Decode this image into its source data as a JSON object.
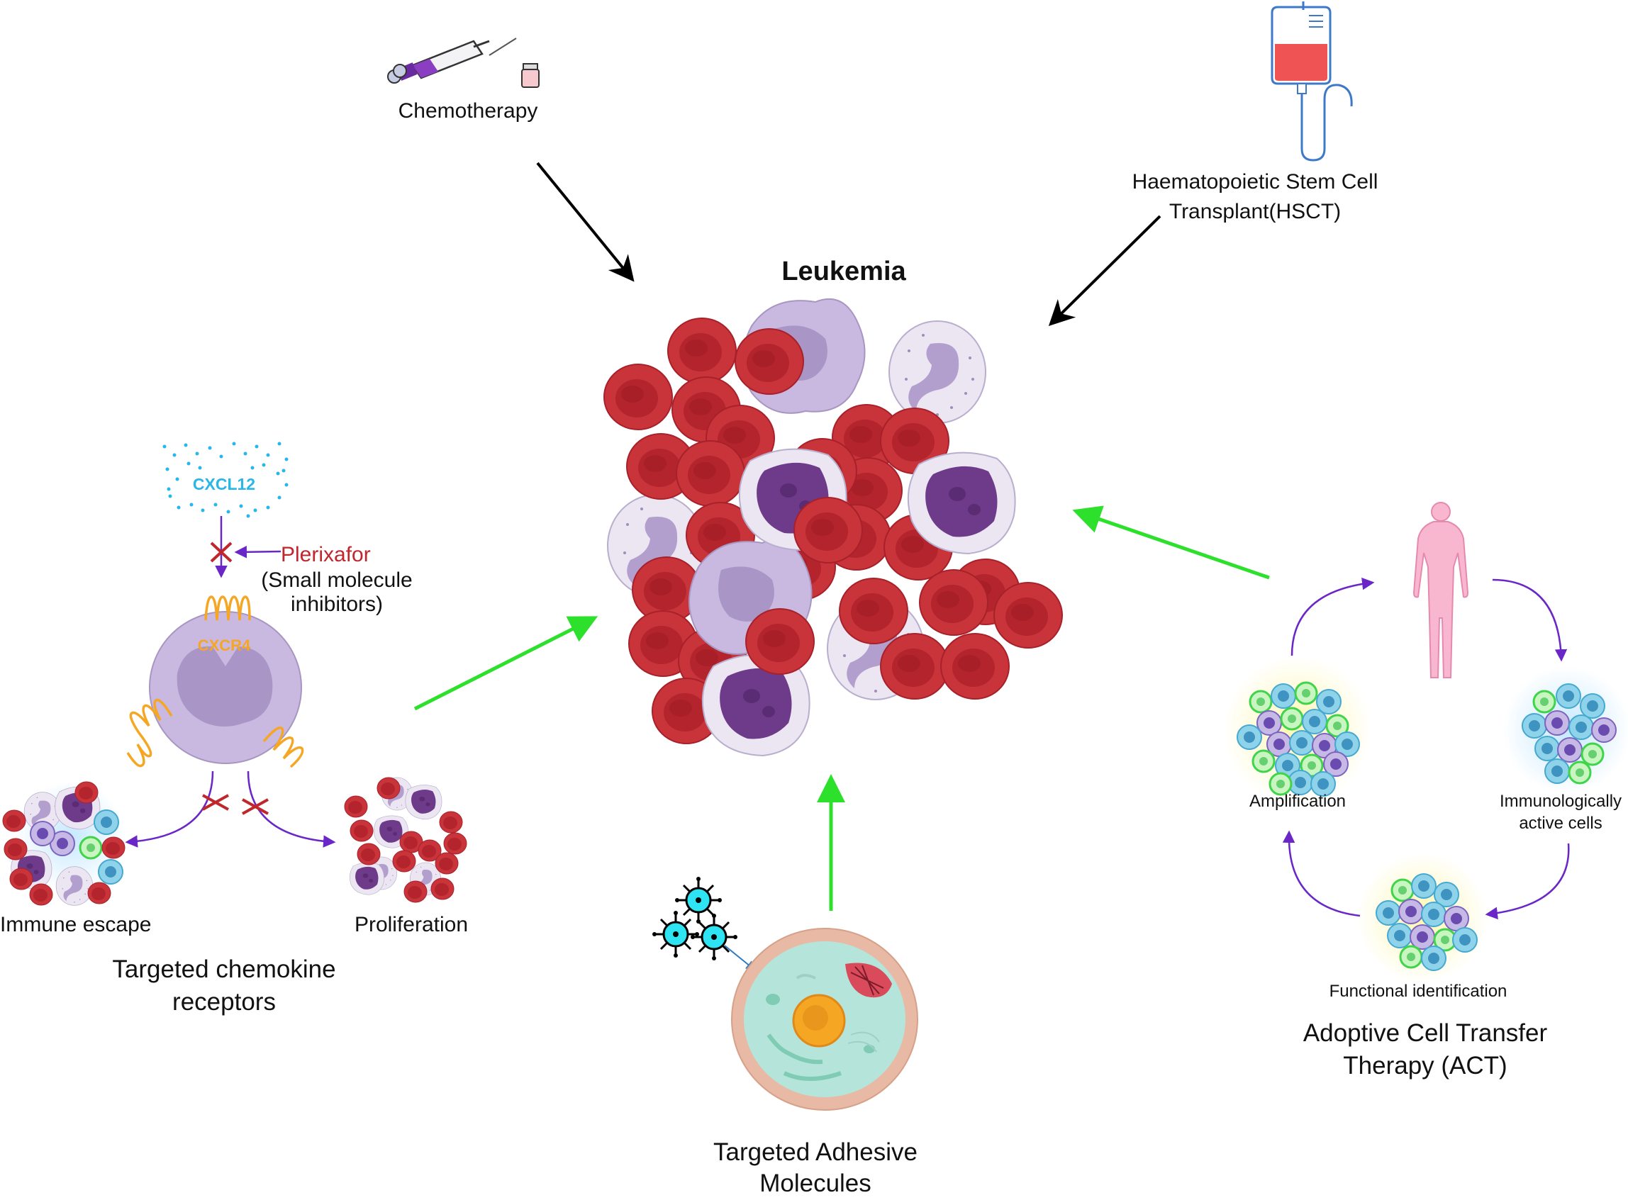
{
  "title": "Leukemia",
  "therapies": {
    "chemotherapy": "Chemotherapy",
    "hsct_line1": "Haematopoietic Stem Cell",
    "hsct_line2": "Transplant(HSCT)",
    "chemokine_line1": "Targeted chemokine",
    "chemokine_line2": "receptors",
    "adhesive_line1": "Targeted Adhesive",
    "adhesive_line2": "Molecules",
    "act_line1": "Adoptive Cell Transfer",
    "act_line2": "Therapy (ACT)"
  },
  "chemokine_panel": {
    "ligand": "CXCL12",
    "receptor": "CXCR4",
    "drug": "Plerixafor",
    "drug_note_line1": "(Small molecule",
    "drug_note_line2": "inhibitors)",
    "outcome_left": "Immune escape",
    "outcome_right": "Proliferation"
  },
  "act_cycle": {
    "step_amplification": "Amplification",
    "step_active_line1": "Immunologically",
    "step_active_line2": "active cells",
    "step_functional": "Functional identification"
  },
  "colors": {
    "rbc": "#c8343a",
    "blast": "#c4b3da",
    "nucleus": "#6e3a8a",
    "green_arrow": "#2ce02c",
    "inhibit": "#c0262b",
    "cycle_arrow": "#6a26c7"
  }
}
